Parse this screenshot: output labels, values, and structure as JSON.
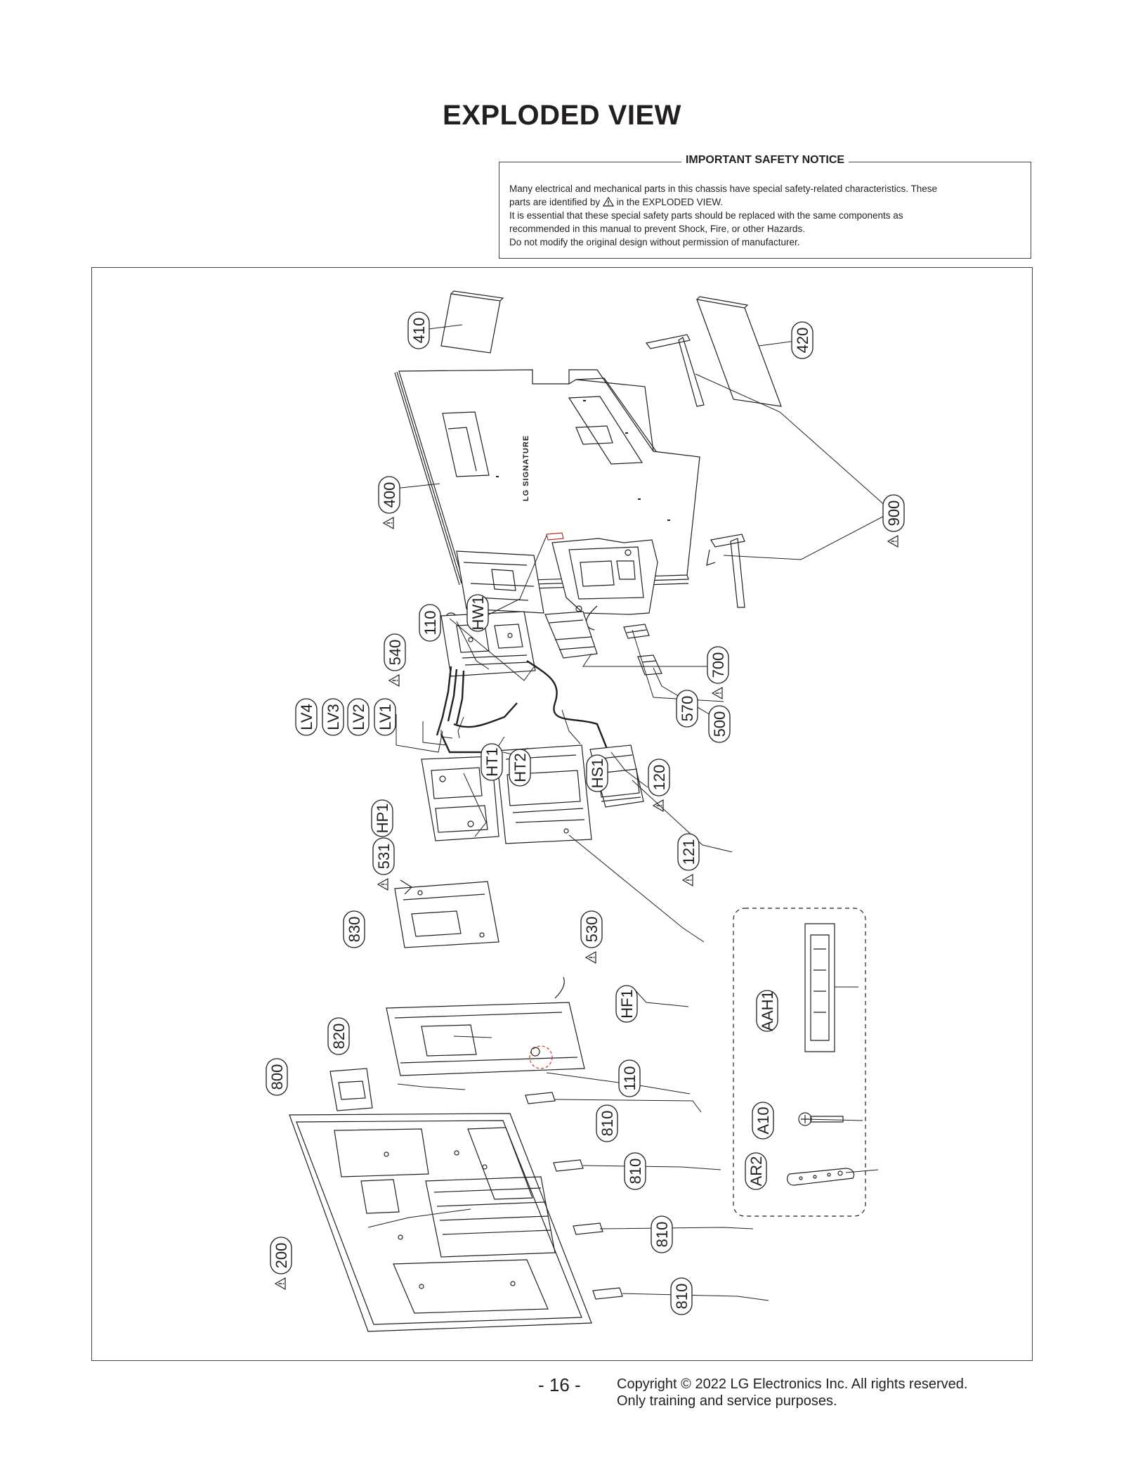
{
  "title": "EXPLODED VIEW",
  "notice": {
    "heading": "IMPORTANT SAFETY NOTICE",
    "line1": "Many electrical and mechanical parts in this chassis have special safety-related characteristics. These",
    "line2_before": "parts are identified by",
    "line2_after": "in the EXPLODED VIEW.",
    "line3": "It is essential that these special safety parts should be replaced with the same components as",
    "line4": "recommended in this manual to prevent Shock, Fire, or other Hazards.",
    "line5": "Do not modify the original design without permission of manufacturer."
  },
  "callouts": [
    {
      "id": "c-410",
      "label": "410",
      "safety": false
    },
    {
      "id": "c-420",
      "label": "420",
      "safety": false
    },
    {
      "id": "c-400",
      "label": "400",
      "safety": true
    },
    {
      "id": "c-900",
      "label": "900",
      "safety": true
    },
    {
      "id": "c-hw1",
      "label": "HW1",
      "safety": false
    },
    {
      "id": "c-110a",
      "label": "110",
      "safety": false
    },
    {
      "id": "c-540",
      "label": "540",
      "safety": true
    },
    {
      "id": "c-700",
      "label": "700",
      "safety": true
    },
    {
      "id": "c-570",
      "label": "570",
      "safety": false
    },
    {
      "id": "c-500",
      "label": "500",
      "safety": false
    },
    {
      "id": "c-lv4",
      "label": "LV4",
      "safety": false
    },
    {
      "id": "c-lv3",
      "label": "LV3",
      "safety": false
    },
    {
      "id": "c-lv2",
      "label": "LV2",
      "safety": false
    },
    {
      "id": "c-lv1",
      "label": "LV1",
      "safety": false
    },
    {
      "id": "c-ht1",
      "label": "HT1",
      "safety": false
    },
    {
      "id": "c-ht2",
      "label": "HT2",
      "safety": false
    },
    {
      "id": "c-hs1",
      "label": "HS1",
      "safety": false
    },
    {
      "id": "c-120",
      "label": "120",
      "safety": true
    },
    {
      "id": "c-hp1",
      "label": "HP1",
      "safety": false
    },
    {
      "id": "c-531",
      "label": "531",
      "safety": true
    },
    {
      "id": "c-121",
      "label": "121",
      "safety": true
    },
    {
      "id": "c-830",
      "label": "830",
      "safety": false
    },
    {
      "id": "c-530",
      "label": "530",
      "safety": true
    },
    {
      "id": "c-aah1",
      "label": "AAH1",
      "safety": false
    },
    {
      "id": "c-hf1",
      "label": "HF1",
      "safety": false
    },
    {
      "id": "c-820",
      "label": "820",
      "safety": false
    },
    {
      "id": "c-800",
      "label": "800",
      "safety": false
    },
    {
      "id": "c-110b",
      "label": "110",
      "safety": false
    },
    {
      "id": "c-810a",
      "label": "810",
      "safety": false
    },
    {
      "id": "c-a10",
      "label": "A10",
      "safety": false
    },
    {
      "id": "c-810b",
      "label": "810",
      "safety": false
    },
    {
      "id": "c-ar2",
      "label": "AR2",
      "safety": false
    },
    {
      "id": "c-200",
      "label": "200",
      "safety": true
    },
    {
      "id": "c-810c",
      "label": "810",
      "safety": false
    },
    {
      "id": "c-810d",
      "label": "810",
      "safety": false
    }
  ],
  "back_cover_logo": "LG SIGNATURE",
  "footer": {
    "page": "- 16 -",
    "copyright": "Copyright © 2022 LG Electronics Inc. All rights reserved.",
    "purpose": "Only training and service purposes."
  }
}
